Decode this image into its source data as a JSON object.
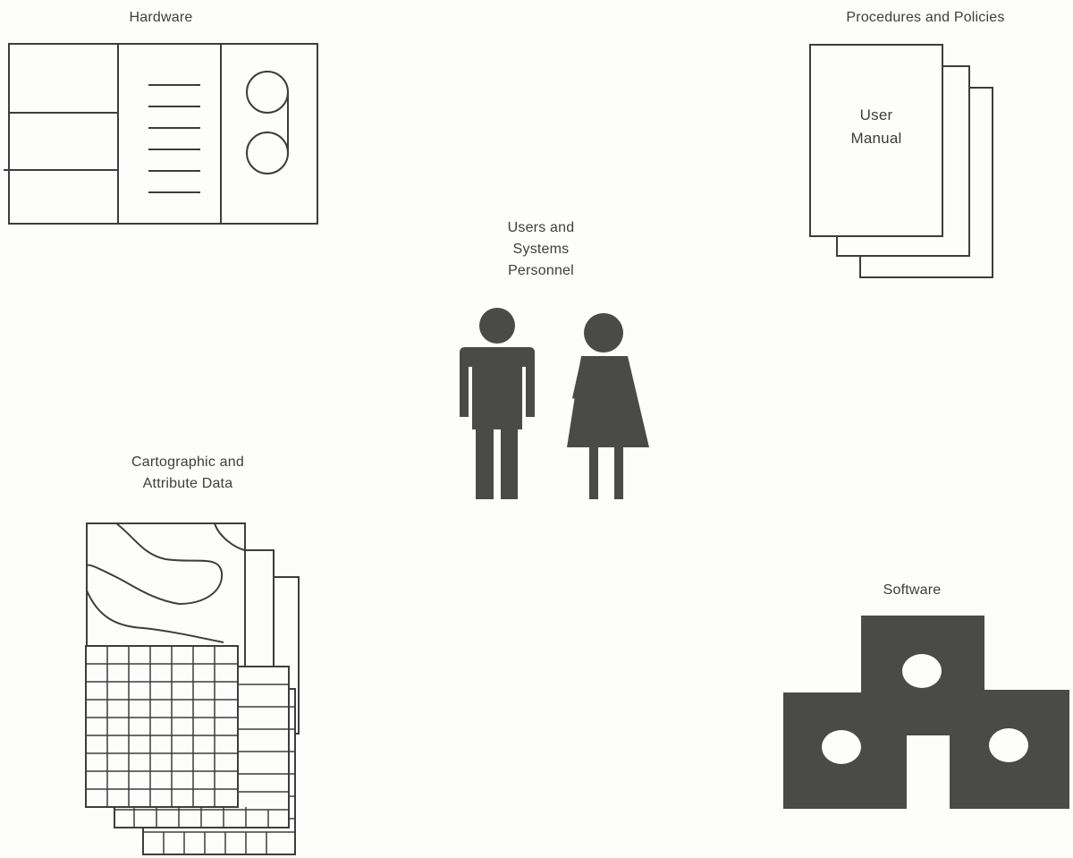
{
  "components": {
    "hardware": {
      "title": "Hardware"
    },
    "procedures": {
      "title": "Procedures and Policies",
      "manual_lines": [
        "User",
        "Manual"
      ]
    },
    "users": {
      "title_lines": [
        "Users and",
        "Systems",
        "Personnel"
      ]
    },
    "data": {
      "title_lines": [
        "Cartographic and",
        "Attribute Data"
      ]
    },
    "software": {
      "title": "Software"
    }
  },
  "colors": {
    "ink": "#3d3d3d",
    "fill_dark": "#4a4a47",
    "paper": "#fdfdfb"
  }
}
